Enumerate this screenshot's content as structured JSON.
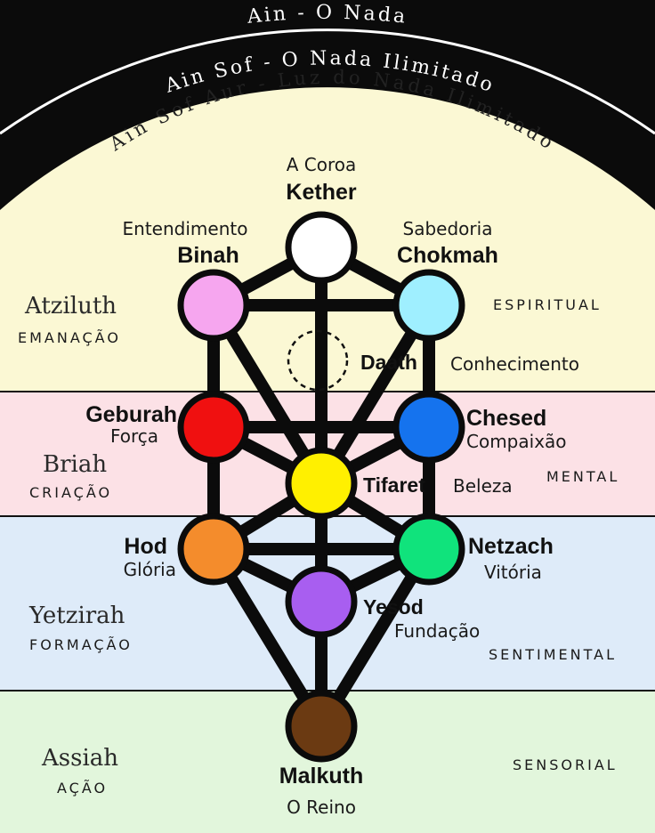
{
  "colors": {
    "band_atziluth": "#fbf8d4",
    "band_briah": "#fce1e6",
    "band_yetzirah": "#deebf9",
    "band_assiah": "#e2f6dc",
    "outer_black": "#0b0b0b",
    "lines": "#0b0b0b",
    "kether": "#ffffff",
    "binah": "#f6a6ef",
    "chokmah": "#9fefff",
    "geburah": "#f01010",
    "chesed": "#1573ee",
    "tifaret": "#fff000",
    "hod": "#f48c2c",
    "netzach": "#10e37c",
    "yesod": "#a85ef0",
    "malkuth": "#6b3a12"
  },
  "arcs": {
    "ain": "Ain - O Nada",
    "ain_sof": "Ain Sof - O Nada Ilimitado",
    "ain_sof_aur": "Ain Sof Aur - Luz do Nada Ilimitado"
  },
  "sephirot": {
    "kether": {
      "name": "Kether",
      "meaning": "A Coroa"
    },
    "binah": {
      "name": "Binah",
      "meaning": "Entendimento"
    },
    "chokmah": {
      "name": "Chokmah",
      "meaning": "Sabedoria"
    },
    "daath": {
      "name": "Daath",
      "meaning": "Conhecimento"
    },
    "geburah": {
      "name": "Geburah",
      "meaning": "Força"
    },
    "chesed": {
      "name": "Chesed",
      "meaning": "Compaixão"
    },
    "tifaret": {
      "name": "Tifaret",
      "meaning": "Beleza"
    },
    "hod": {
      "name": "Hod",
      "meaning": "Glória"
    },
    "netzach": {
      "name": "Netzach",
      "meaning": "Vitória"
    },
    "yesod": {
      "name": "Yesod",
      "meaning": "Fundação"
    },
    "malkuth": {
      "name": "Malkuth",
      "meaning": "O Reino"
    }
  },
  "worlds": {
    "atziluth": {
      "name": "Atziluth",
      "subtitle": "Emanação",
      "plane": "Espiritual"
    },
    "briah": {
      "name": "Briah",
      "subtitle": "Criação",
      "plane": "Mental"
    },
    "yetzirah": {
      "name": "Yetzirah",
      "subtitle": "Formação",
      "plane": "Sentimental"
    },
    "assiah": {
      "name": "Assiah",
      "subtitle": "Ação",
      "plane": "Sensorial"
    }
  }
}
